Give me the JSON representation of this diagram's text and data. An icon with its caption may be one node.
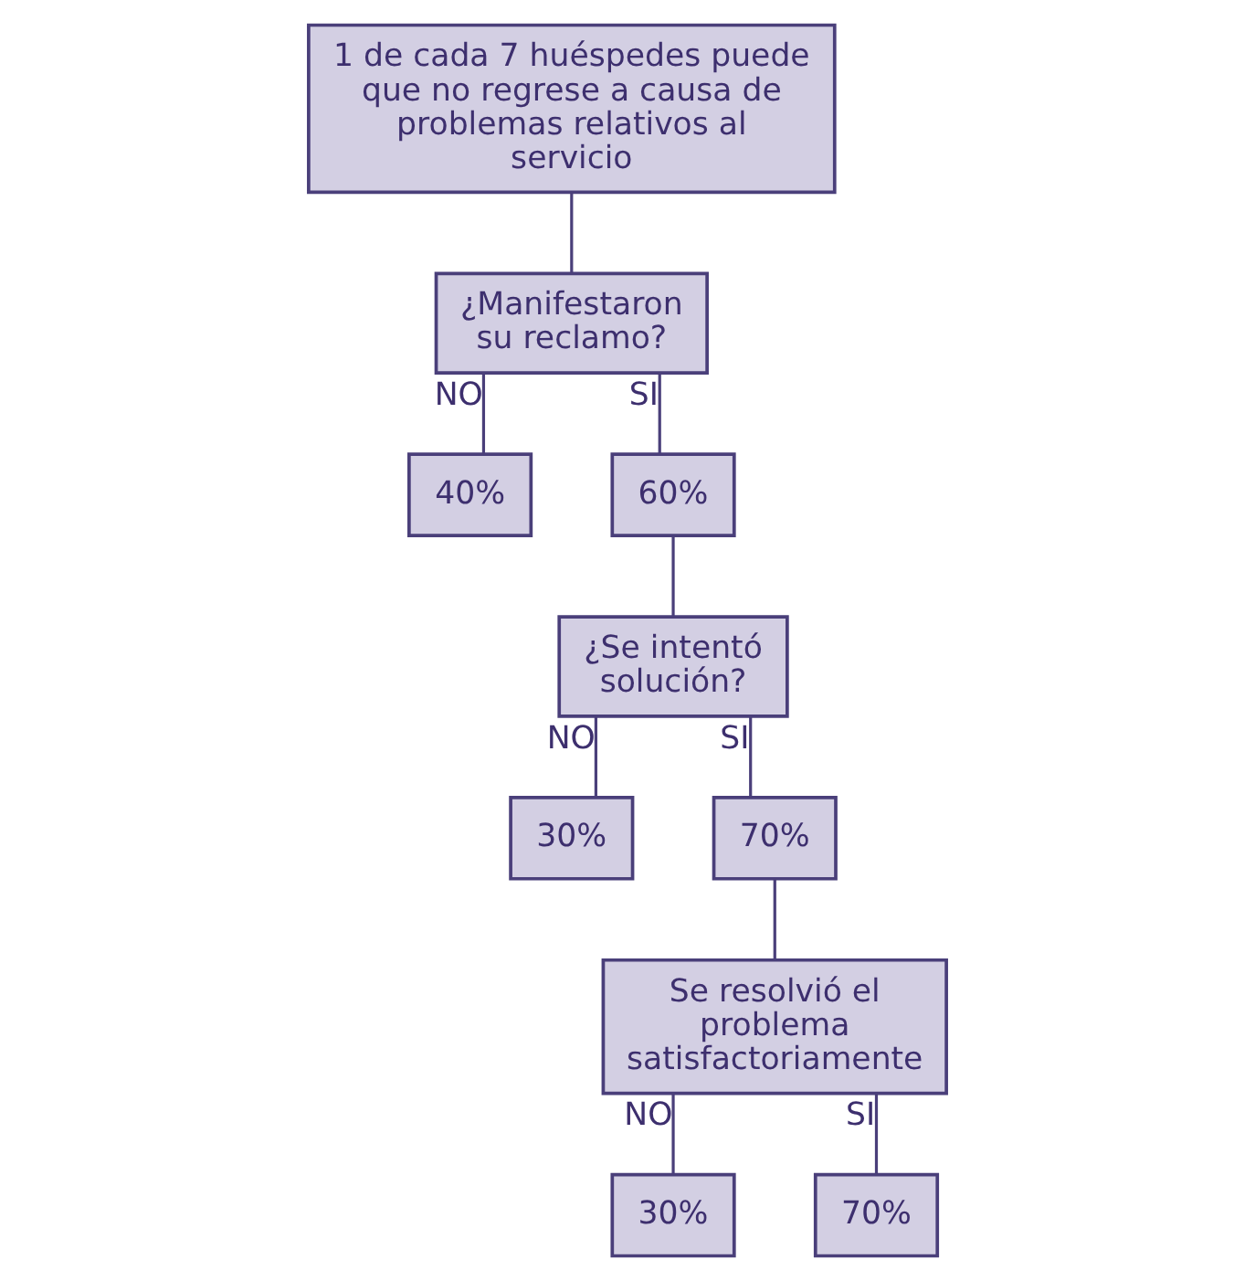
{
  "diagram": {
    "nodes": [
      {
        "text": [
          "1 de cada 7 huéspedes puede que no regrese a causa de problemas relativos al servicio"
        ]
      },
      {
        "text": [
          "¿Manifestaron su reclamo?"
        ]
      },
      {
        "text": [
          "40%"
        ]
      },
      {
        "text": [
          "60%"
        ]
      },
      {
        "text": [
          "¿Se intentó solución?"
        ]
      },
      {
        "text": [
          "30%"
        ]
      },
      {
        "text": [
          "70%"
        ]
      },
      {
        "text": [
          "Se resolvió el problema satisfactoriamente"
        ]
      },
      {
        "text": [
          "30%"
        ]
      },
      {
        "text": [
          "70%"
        ]
      }
    ],
    "edges": [
      {
        "from": 0,
        "to": 1,
        "arrow": "none"
      },
      {
        "from": 1,
        "to": 2,
        "arrow": "none",
        "label": "NO"
      },
      {
        "from": 1,
        "to": 3,
        "arrow": "none",
        "label": "SI"
      },
      {
        "from": 3,
        "to": 4,
        "arrow": "none"
      },
      {
        "from": 4,
        "to": 5,
        "arrow": "none",
        "label": "NO"
      },
      {
        "from": 4,
        "to": 6,
        "arrow": "none",
        "label": "SI"
      },
      {
        "from": 6,
        "to": 7,
        "arrow": "none"
      },
      {
        "from": 7,
        "to": 8,
        "arrow": "none",
        "label": "NO"
      },
      {
        "from": 7,
        "to": 9,
        "arrow": "none",
        "label": "SI"
      }
    ]
  }
}
